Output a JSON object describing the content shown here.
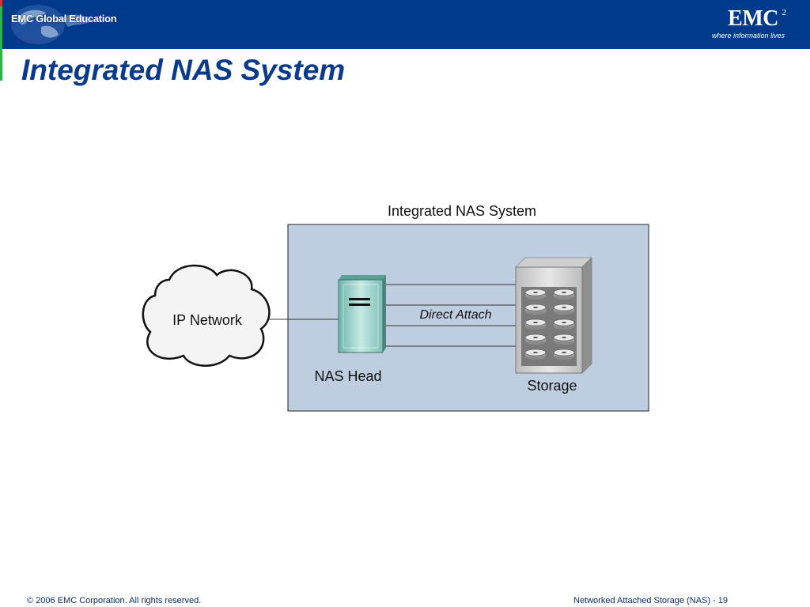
{
  "header": {
    "left_logo_text": "EMC Global Education",
    "brand": "EMC",
    "brand_superscript": "2",
    "tagline": "where information lives"
  },
  "title": "Integrated NAS System",
  "diagram": {
    "box_label": "Integrated NAS System",
    "cloud_label": "IP Network",
    "server_label": "NAS Head",
    "link_label": "Direct Attach",
    "storage_label": "Storage"
  },
  "footer": {
    "copyright": "© 2006 EMC Corporation. All rights reserved.",
    "course": "Networked Attached Storage (NAS)",
    "page": "- 19"
  },
  "colors": {
    "header_bg": "#003a8c",
    "title": "#0a3a8a",
    "box_fill": "#bfcde0",
    "server": "#8ecbc2"
  }
}
